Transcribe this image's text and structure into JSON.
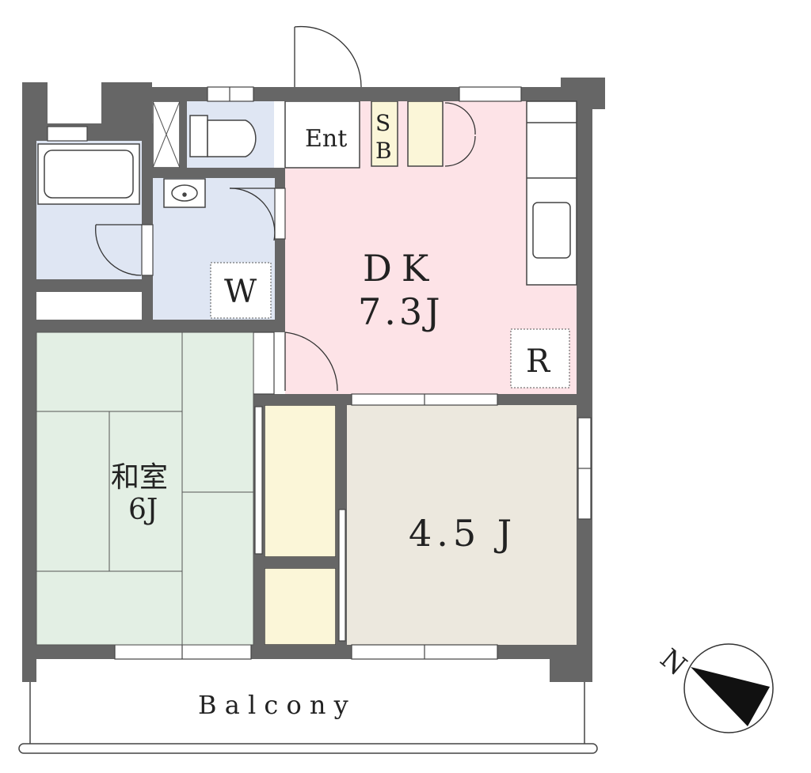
{
  "floor_plan": {
    "rooms": {
      "entrance": "Ent",
      "shoe_box": "S\nB",
      "dining_kitchen": {
        "name": "DK",
        "size": "7.3J"
      },
      "washer": "W",
      "refrigerator": "R",
      "japanese_room": {
        "name": "和室",
        "size": "6J"
      },
      "western_room": {
        "size": "4.5 J"
      },
      "balcony": "B a l c o n y"
    },
    "compass": {
      "label": "N"
    },
    "colors": {
      "wall": "#666666",
      "dk_floor": "#fde3e7",
      "wet_area": "#dfe6f3",
      "tatami": "#e3efe4",
      "western_floor": "#ece8de",
      "storage": "#fbf6d8"
    }
  }
}
